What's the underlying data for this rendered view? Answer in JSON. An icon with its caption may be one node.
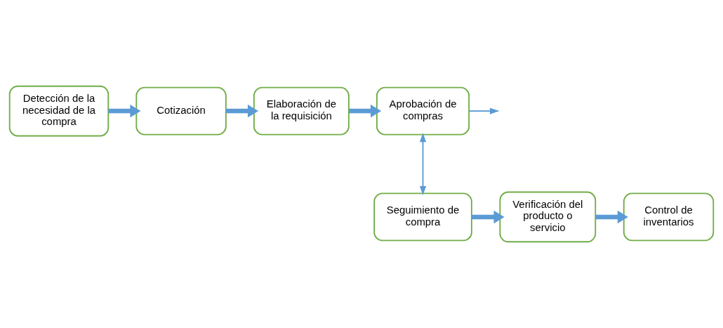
{
  "diagram": {
    "nodes": [
      {
        "text": [
          "Detección de la necesidad de la compra"
        ]
      },
      {
        "text": [
          "Cotización"
        ]
      },
      {
        "text": [
          "Elaboración de la requisición"
        ]
      },
      {
        "text": [
          "Aprobación de compras"
        ]
      },
      {
        "text": [
          "Seguimiento de compra"
        ]
      },
      {
        "text": [
          "Verificación del producto o servicio"
        ]
      },
      {
        "text": [
          "Control de inventarios"
        ]
      }
    ],
    "edges": [
      {
        "from": 0,
        "to": 1,
        "arrow": "to"
      },
      {
        "from": 1,
        "to": 2,
        "arrow": "to"
      },
      {
        "from": 2,
        "to": 3,
        "arrow": "to"
      },
      {
        "from": 3,
        "to": 4,
        "arrow": "both",
        "color": "#5b9bd5"
      },
      {
        "from": 3,
        "to": null,
        "arrow": "to",
        "color": "#5b9bd5"
      },
      {
        "from": 4,
        "to": 5,
        "arrow": "to"
      },
      {
        "from": 5,
        "to": 6,
        "arrow": "to"
      }
    ]
  }
}
